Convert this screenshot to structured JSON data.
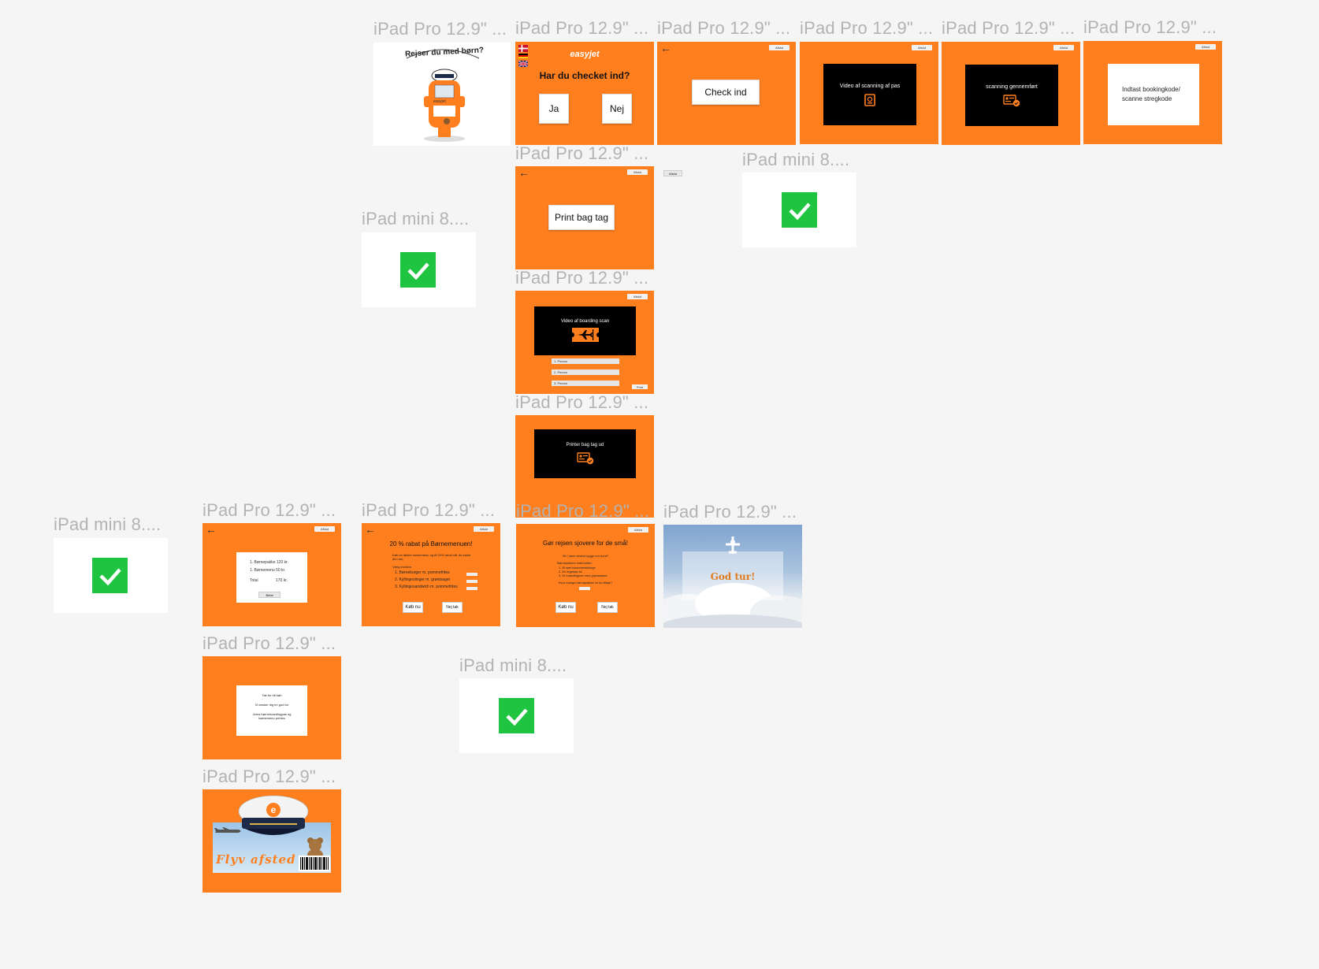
{
  "frame_label_pro": "iPad Pro 12.9\" ...",
  "frame_label_mini": "iPad mini 8....",
  "common": {
    "afslut": "Afslut",
    "back_arrow": "←",
    "print": "Print",
    "brand": "easyjet"
  },
  "screen_welcome": {
    "speech": "Rejser du med børn?",
    "kiosk_brand": "easyjet"
  },
  "screen_checkin_question": {
    "brand": "easyjet",
    "question": "Har du checket ind?",
    "yes": "Ja",
    "no": "Nej"
  },
  "screen_checkin": {
    "button": "Check ind"
  },
  "screen_video_pass": {
    "text": "Video af scanning af pas"
  },
  "screen_scan_done": {
    "text": "scanning gennemført"
  },
  "screen_booking": {
    "text": "Indtast bookingkode/ scanne stregkode"
  },
  "screen_print_bag": {
    "button": "Print bag tag"
  },
  "screen_boarding_scan": {
    "text": "Video af boarding scan",
    "persons": [
      "1. Person",
      "2. Person",
      "3. Person"
    ]
  },
  "screen_printing_bag": {
    "text": "Printer bag tag ud"
  },
  "screen_summary": {
    "lines": [
      "1. Børnepakke 120 kr.",
      "1. Børnemenu 50 kr."
    ],
    "total_label": "Total",
    "total_value": "170 kr.",
    "pay": "Betal"
  },
  "screen_discount": {
    "title": "20 % rabat på Børnemenuen!",
    "intro": "Køb en løkker børnemenu og få 20% rabat når du køber den her.",
    "choose": "Vælg imellem",
    "options": [
      "1. Børneburger m. pommefrites",
      "2. Kyllingeslinger m. grøntsager",
      "3. Kyllingesandwich m. pommefrites"
    ],
    "buy": "Køb nu",
    "no_thanks": "Nej tak"
  },
  "screen_fun": {
    "title": "Gør rejsen sjovere for de små!",
    "intro": "Vil I have ekstra hygge om bord?",
    "package_title": "Børnepakken indeholder:",
    "items": [
      "1. Et sæt børnebestik/lege",
      "2. En legetøjs bil",
      "3. Et boardingkort med plysmaskot"
    ],
    "question": "Hvor mange børnepakker vil du tilføje?",
    "buy": "Køb nu",
    "no_thanks": "Nej tak"
  },
  "screen_good_trip": {
    "text": "God tur!"
  },
  "screen_thanks": {
    "lines": [
      "Tak for dit køb",
      "Vi ønsker dig en god tur",
      "Jeres børneboardingpas og børnemenu printes"
    ]
  },
  "screen_fly": {
    "text": "Flyv afsted",
    "badge": "e"
  }
}
